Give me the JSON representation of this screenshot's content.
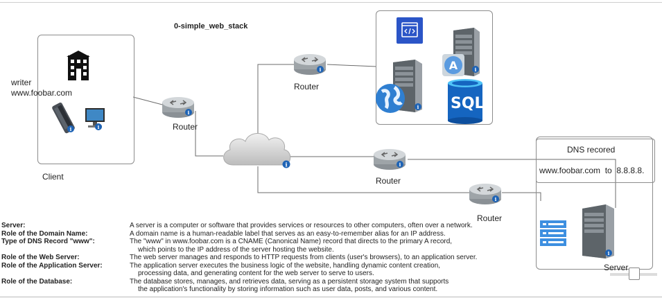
{
  "diagram": {
    "title": "0-simple_web_stack",
    "client": {
      "writer_label": "writer",
      "domain_label": "www.foobar.com",
      "caption": "Client",
      "icons": [
        "building-icon",
        "mobile-phone-icon",
        "desktop-computer-icon"
      ]
    },
    "routers": [
      {
        "label": "Router"
      },
      {
        "label": "Router"
      },
      {
        "label": "Router"
      },
      {
        "label": "Router"
      }
    ],
    "internet": {
      "icon": "cloud-icon"
    },
    "server_group": {
      "icons": [
        "web-app-icon",
        "app-server-icon",
        "web-server-globe-icon",
        "sql-database-icon"
      ],
      "sql_text": "SQL"
    },
    "dns": {
      "title": "DNS recored",
      "record": "www.foobar.com  to  8.8.8.8.",
      "server_caption": "Server",
      "icons": [
        "dns-list-icon",
        "dns-server-icon"
      ]
    },
    "colors": {
      "router_body": "#9ea4a8",
      "info_badge": "#1e63b5",
      "sql_blue": "#1565c0",
      "wire": "#6b6b6b"
    }
  },
  "descriptions": [
    {
      "key": "Server:",
      "lines": [
        "A server is a computer or software that provides services or resources to other computers, often over a network."
      ]
    },
    {
      "key": "Role of the Domain Name:",
      "lines": [
        "A domain name is a human-readable label that serves as an easy-to-remember alias for an IP address."
      ]
    },
    {
      "key": "Type of DNS Record \"www\":",
      "lines": [
        "The \"www\" in www.foobar.com is a CNAME (Canonical Name) record that directs to the primary A record,",
        "which points to the IP address of the server hosting the website."
      ]
    },
    {
      "key": "Role of the Web Server:",
      "lines": [
        "The web server manages and responds to HTTP requests from clients (user's browsers),  to an application server."
      ]
    },
    {
      "key": "Role of the Application Server:",
      "lines": [
        "The application server executes the business logic of the website, handling dynamic content creation,",
        "processing data, and generating content for the web server to serve to users."
      ]
    },
    {
      "key": "Role of the Database:",
      "lines": [
        "The database stores, manages, and retrieves data, serving as a persistent storage system that supports",
        "the application's functionality by storing information such as user data, posts, and various content."
      ]
    }
  ]
}
